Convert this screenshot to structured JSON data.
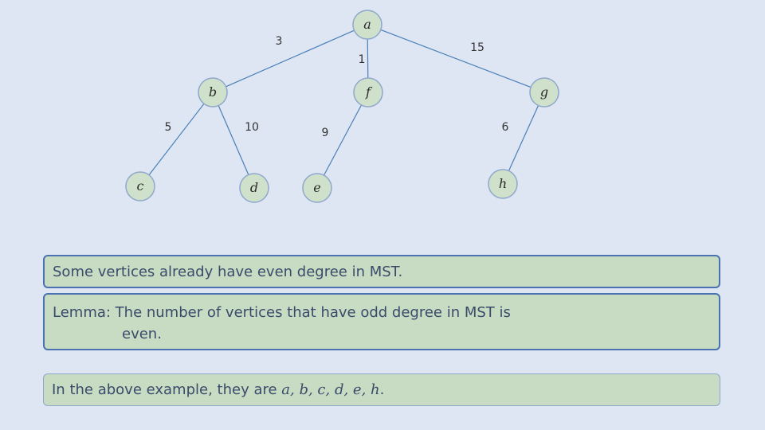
{
  "nodes": [
    {
      "id": "a",
      "label": "a"
    },
    {
      "id": "b",
      "label": "b"
    },
    {
      "id": "f",
      "label": "f"
    },
    {
      "id": "g",
      "label": "g"
    },
    {
      "id": "c",
      "label": "c"
    },
    {
      "id": "d",
      "label": "d"
    },
    {
      "id": "e",
      "label": "e"
    },
    {
      "id": "h",
      "label": "h"
    }
  ],
  "edges": [
    {
      "from": "a",
      "to": "b",
      "weight": "3"
    },
    {
      "from": "a",
      "to": "f",
      "weight": "1"
    },
    {
      "from": "a",
      "to": "g",
      "weight": "15"
    },
    {
      "from": "b",
      "to": "c",
      "weight": "5"
    },
    {
      "from": "b",
      "to": "d",
      "weight": "10"
    },
    {
      "from": "f",
      "to": "e",
      "weight": "9"
    },
    {
      "from": "g",
      "to": "h",
      "weight": "6"
    }
  ],
  "colors": {
    "node_fill": "#cfe0cb",
    "node_stroke": "#8fa8cc",
    "edge": "#4a7fb8"
  },
  "text": {
    "box1": "Some vertices already have even degree in MST.",
    "box2_line1": "Lemma: The number of vertices that have odd degree in MST is",
    "box2_line2": "even.",
    "box3_prefix": "In the above example, they are ",
    "box3_math": "a, b, c, d, e, h",
    "box3_suffix": "."
  }
}
